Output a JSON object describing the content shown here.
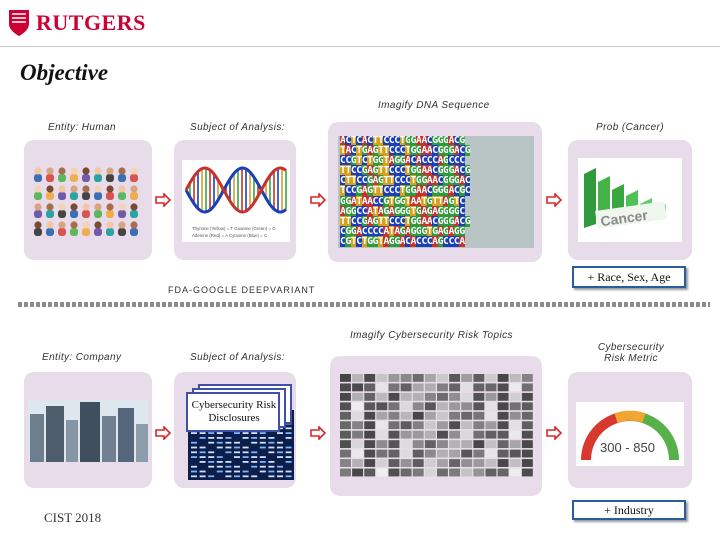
{
  "brand": {
    "name": "RUTGERS",
    "accent": "#cc0033"
  },
  "title": "Objective",
  "top_row": {
    "caption": "Imagify DNA Sequence",
    "entity_label": "Entity: Human",
    "subject_label": "Subject of Analysis:",
    "prob_label": "Prob (Cancer)",
    "race_tag": "+ Race, Sex, Age",
    "deepvariant": "FDA-GOOGLE DEEPVARIANT",
    "dna_legend": [
      "Thymine (Yellow) = T   Guanine (Green) = G",
      "Adenine (Red) = A   Cytosine (Blue) = C"
    ],
    "sequence_lines": [
      "ACTCACTTCCCTGGAACGGGACG",
      "TACTGAGTTCCCTGGAACGGGACG",
      "CCGTCTGGTAGGACACCCAGCCC",
      "TTCCGAGTTCCCTGGAACGGGACG",
      "CTTCCGAGTTCCCTGGAACGGGAC",
      "TCCGAGTTCCCTGGAACGGGACGC",
      "GGATAACCGTGGTAATGTTAGTC",
      "AGGCCATAGAGGGTGAGAGGGGC",
      "TTCCGAGTTCCCTGGAACGGGACG",
      "CGGACCCCATAGAGGGTGAGAGG",
      "CGTCTGGTAGGACACCCAGCCCA"
    ],
    "cancer_word": "Cancer"
  },
  "bottom_row": {
    "caption": "Imagify Cybersecurity Risk Topics",
    "entity_label": "Entity: Company",
    "subject_label": "Subject of Analysis:",
    "metric_label": "Cybersecurity Risk Metric",
    "disclosure_label": "Cybersecurity Risk Disclosures",
    "industry_tag": "+ Industry",
    "gauge_text": "300 - 850"
  },
  "footer": "CIST 2018",
  "colors": {
    "panel": "#e9dcea",
    "arrow": "#d8262b",
    "tag_border": "#2b5d9e",
    "dna_blue": "#1a3fb8",
    "dna_red": "#c8322c",
    "gauge_red": "#d9382e",
    "gauge_green": "#58b04a"
  }
}
